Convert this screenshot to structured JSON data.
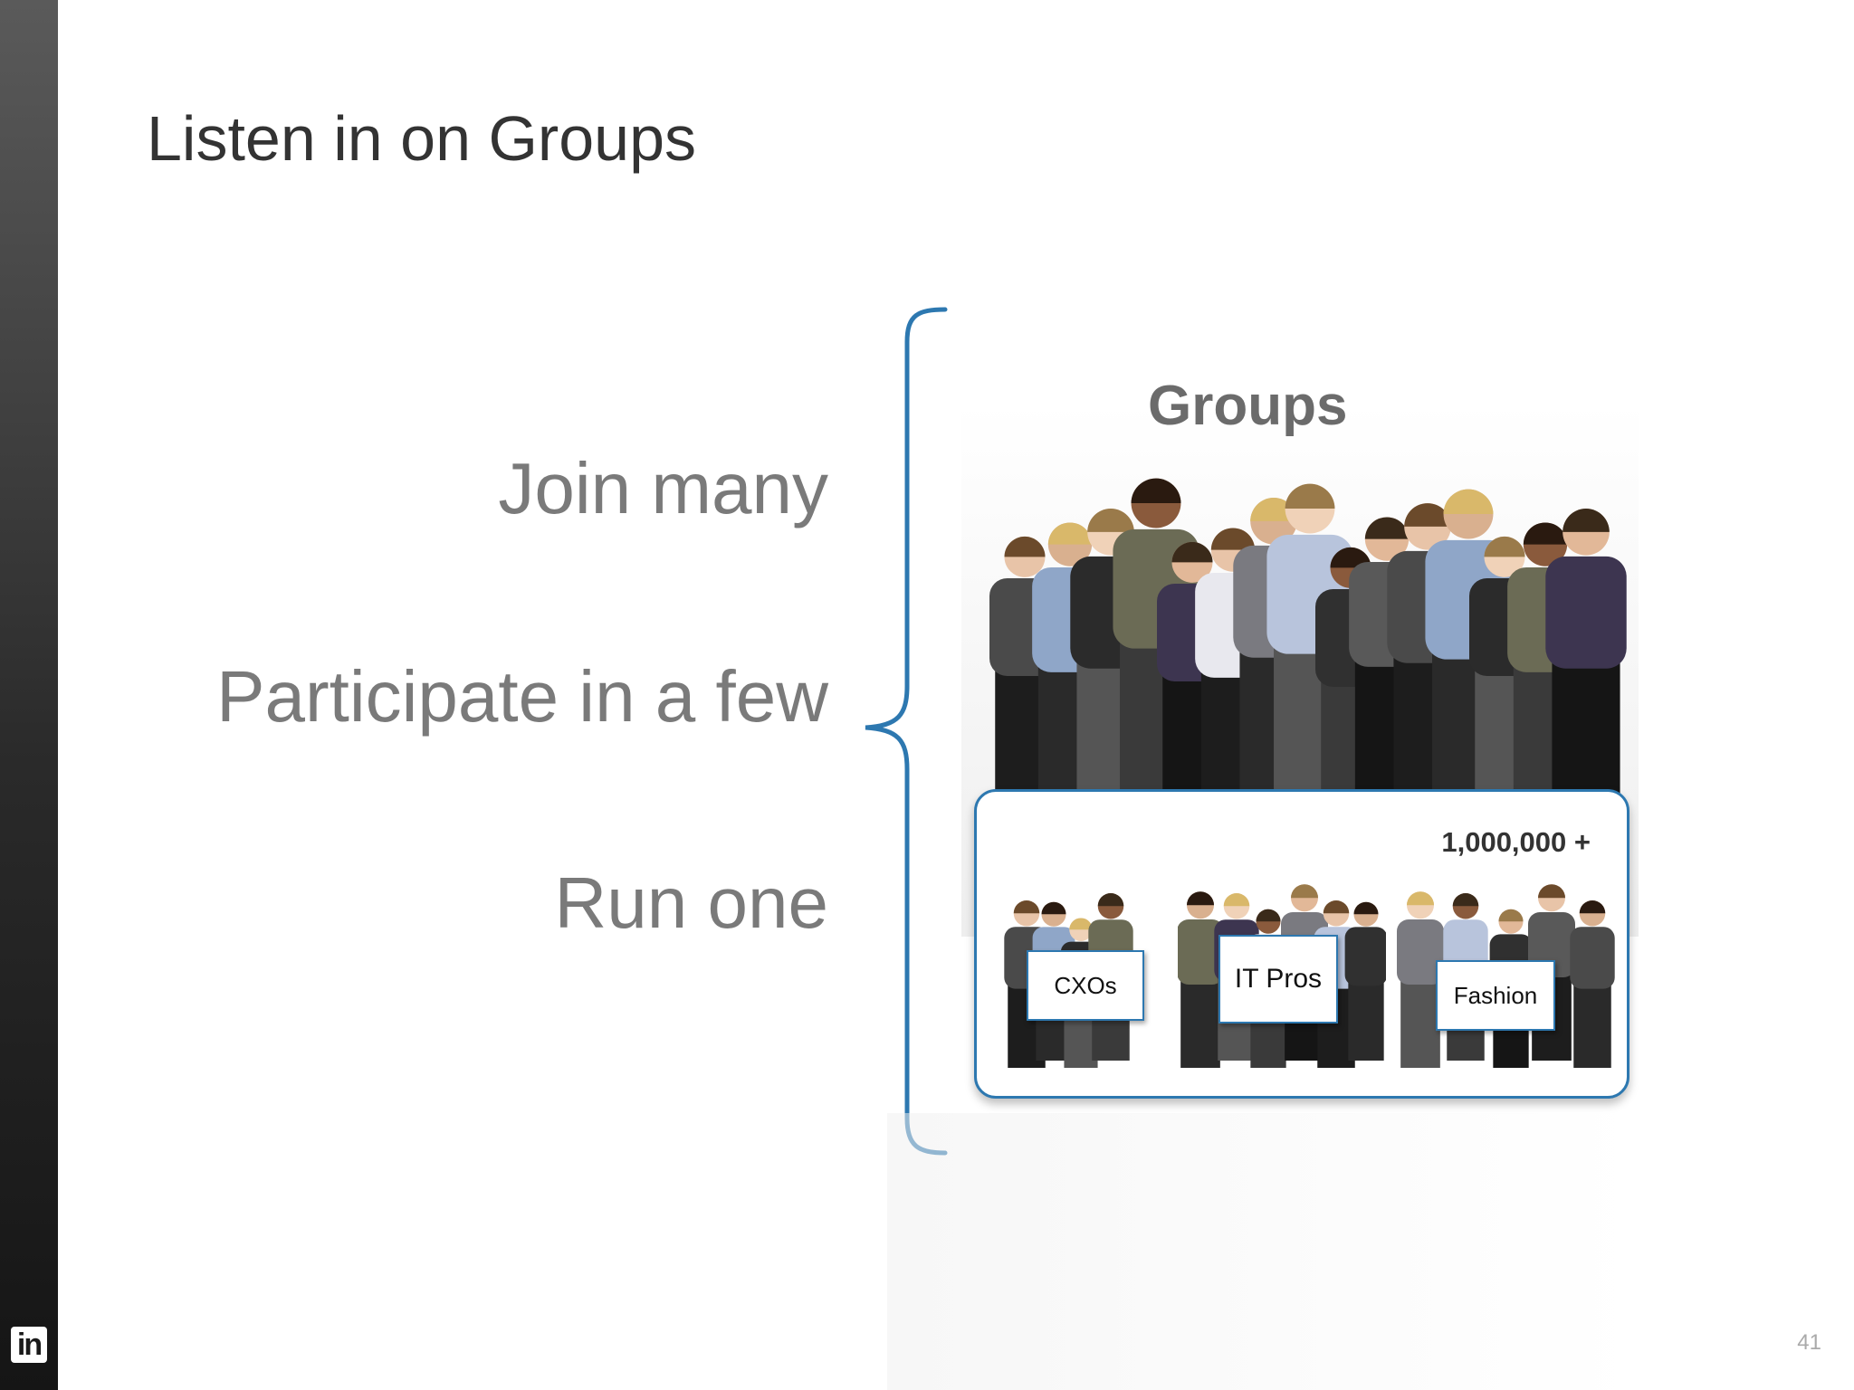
{
  "slide": {
    "title": "Listen in on Groups",
    "page_number": "41"
  },
  "bullets": [
    {
      "text": "Join many"
    },
    {
      "text": "Participate in a few"
    },
    {
      "text": "Run one"
    }
  ],
  "photo": {
    "heading": "Groups",
    "count_label": "1,000,000 +",
    "groups": [
      "CXOs",
      "IT Pros",
      "Fashion"
    ]
  },
  "branding": {
    "logo_text": "in"
  },
  "colors": {
    "accent_blue": "#2d78b0",
    "title_text": "#333333",
    "bullet_text": "#7a7a7a",
    "sidebar_dark": "#1a1a1a"
  }
}
